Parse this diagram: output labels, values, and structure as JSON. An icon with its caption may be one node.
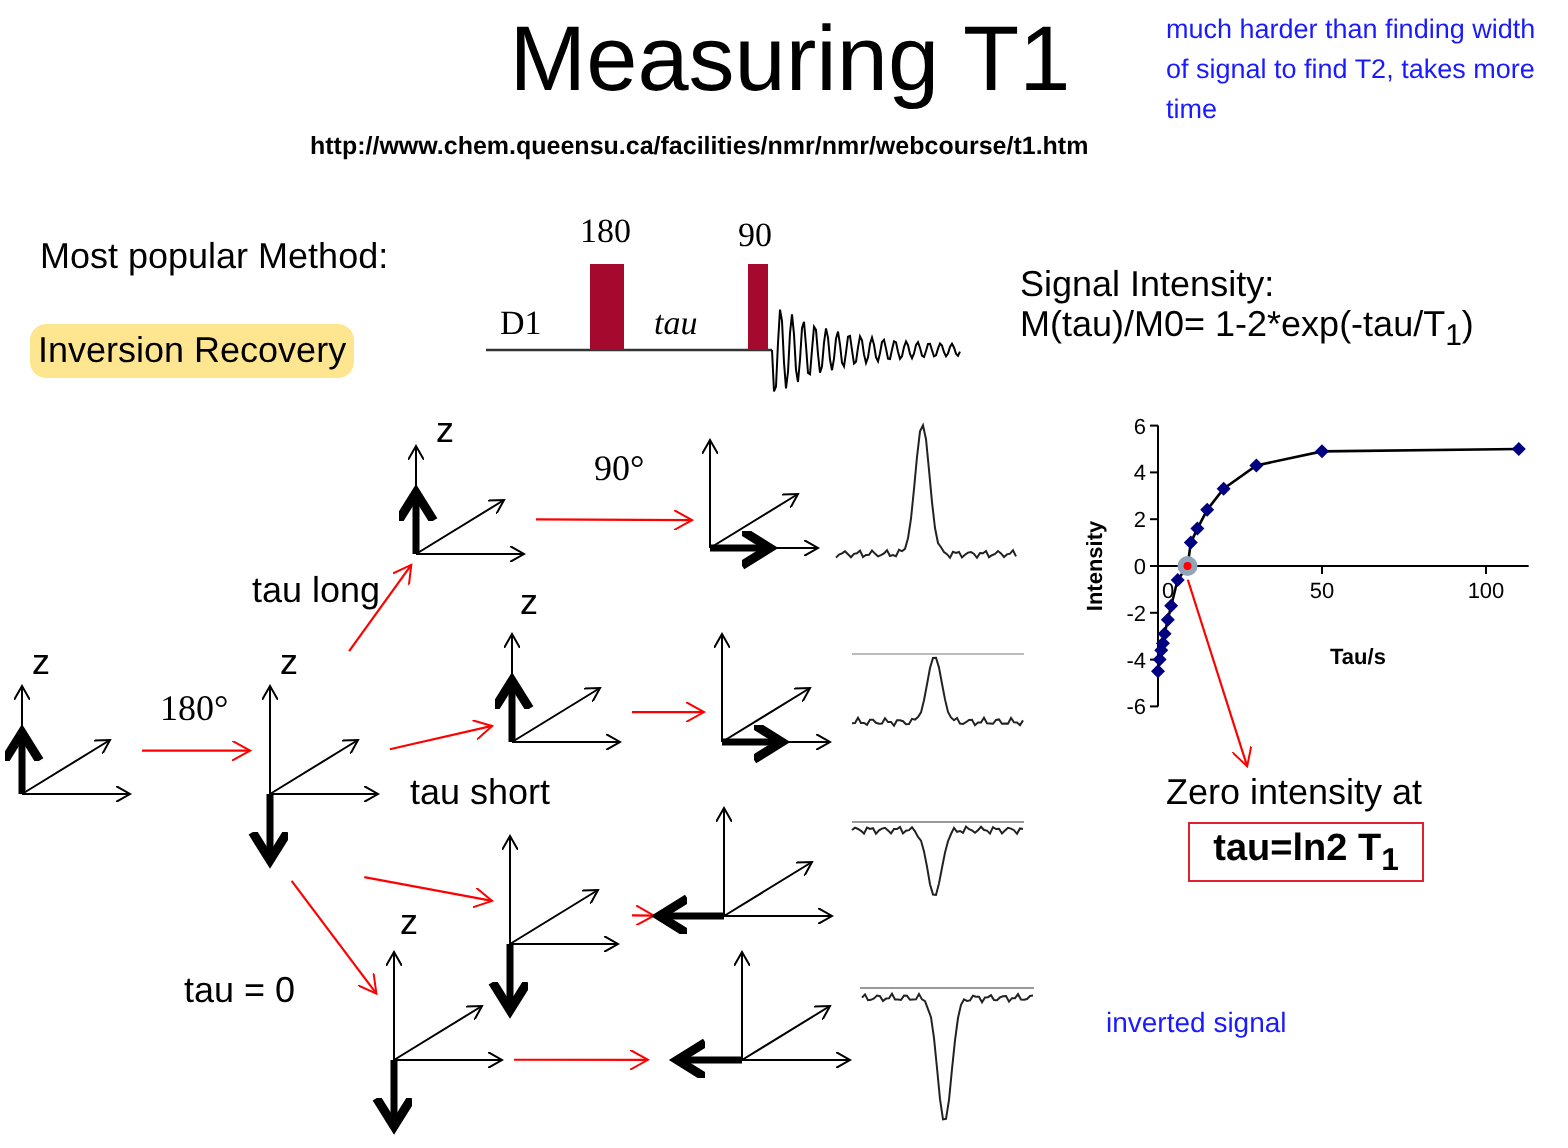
{
  "diagram": {
    "title": "Measuring T1",
    "nodes": [
      {
        "text": [
          "z"
        ]
      },
      {
        "text": [
          "z"
        ]
      },
      {
        "text": [
          "z"
        ]
      },
      {
        "text": [],
        "shape": "axes"
      },
      {
        "text": [
          "z"
        ]
      },
      {
        "text": [],
        "shape": "axes"
      },
      {
        "text": [],
        "shape": "axes"
      },
      {
        "text": [],
        "shape": "axes"
      },
      {
        "text": [
          "z"
        ]
      },
      {
        "text": [],
        "shape": "axes"
      },
      {
        "text": [
          "Zero intensity at"
        ]
      },
      {
        "text": [
          "tau=ln2 T$_{1}$"
        ]
      }
    ],
    "edges": [
      {
        "from": 0,
        "to": 1,
        "arrow": "to",
        "label": "180°"
      },
      {
        "from": 1,
        "to": 2,
        "arrow": "to"
      },
      {
        "from": 1,
        "to": 4,
        "arrow": "to"
      },
      {
        "from": 1,
        "to": 6,
        "arrow": "to"
      },
      {
        "from": 1,
        "to": 8,
        "arrow": "to"
      },
      {
        "from": 2,
        "to": 3,
        "arrow": "to",
        "label": "90°"
      },
      {
        "from": 4,
        "to": 5,
        "arrow": "to"
      },
      {
        "from": 6,
        "to": 7,
        "arrow": "to"
      },
      {
        "from": 8,
        "to": 9,
        "arrow": "to"
      },
      {
        "from": null,
        "to": 10,
        "arrow": "to"
      }
    ],
    "labels": [
      "much harder than finding width of signal to find T2, takes more time",
      "http://www.chem.queensu.ca/facilities/nmr/nmr/webcourse/t1.htm",
      "Most popular Method:",
      "180",
      "90",
      "D1",
      "tau",
      "Inversion Recovery",
      "Signal Intensity:",
      "M(tau)/M0= 1-2*exp(-tau/T$_{1}$)",
      "tau long",
      "tau short",
      "tau = 0",
      "inverted signal"
    ],
    "chart_data": {
      "type": "line",
      "xlabel": "Tau/s",
      "ylabel": "Intensity",
      "x": [
        0,
        0.5,
        1,
        1.5,
        2,
        3,
        4,
        6,
        9,
        10,
        12,
        15,
        20,
        30,
        50,
        110
      ],
      "series": [
        {
          "color": "#000080",
          "marker": "diamond",
          "values": [
            -4.5,
            -4,
            -3.6,
            -3.3,
            -2.9,
            -2.3,
            -1.7,
            -0.6,
            0,
            1,
            1.6,
            2.4,
            3.3,
            4.3,
            4.9,
            5
          ]
        }
      ],
      "xticks": [
        0,
        50,
        100
      ],
      "xlim": [
        0,
        113
      ],
      "yticks": [
        -6,
        -4,
        -2,
        0,
        2,
        4,
        6
      ],
      "ylim": [
        -6,
        6
      ]
    }
  }
}
